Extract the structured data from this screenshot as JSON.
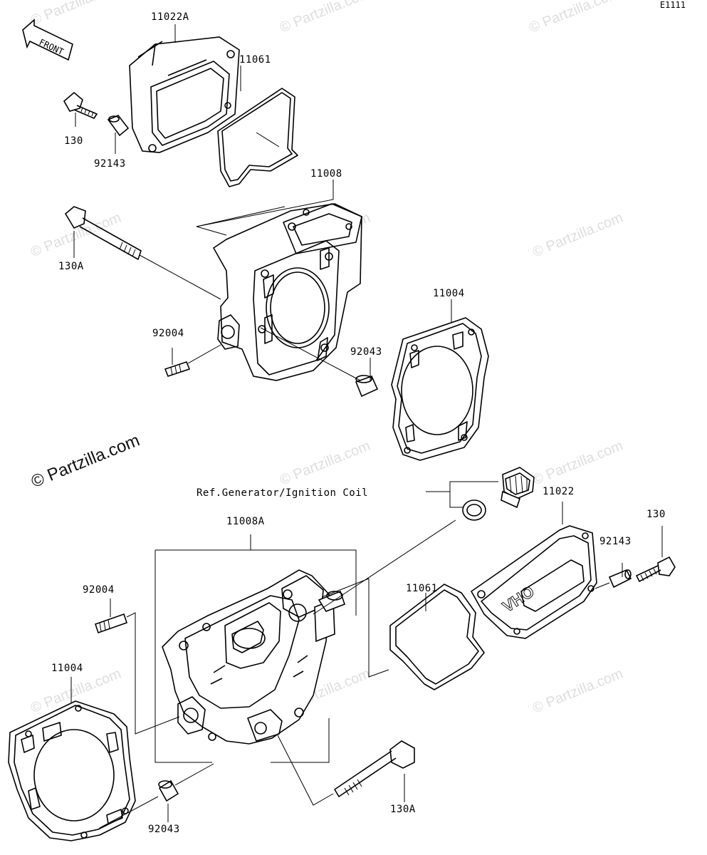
{
  "diagram_code": "E1111",
  "front_label": "FRONT",
  "ref_note": "Ref.Generator/Ignition Coil",
  "watermark_text": "© Partzilla.com",
  "parts": {
    "p11022A": "11022A",
    "p11061_top": "11061",
    "p130_top": "130",
    "p92143_top": "92143",
    "p11008": "11008",
    "p130A_top": "130A",
    "p11004_top": "11004",
    "p92004_top": "92004",
    "p92043_top": "92043",
    "p11022": "11022",
    "p130_bot": "130",
    "p92143_bot": "92143",
    "p11008A": "11008A",
    "p11061_bot": "11061",
    "p92004_bot": "92004",
    "p11004_bot": "11004",
    "p130A_bot": "130A",
    "p92043_bot": "92043"
  },
  "cover_emblem": "OHV"
}
